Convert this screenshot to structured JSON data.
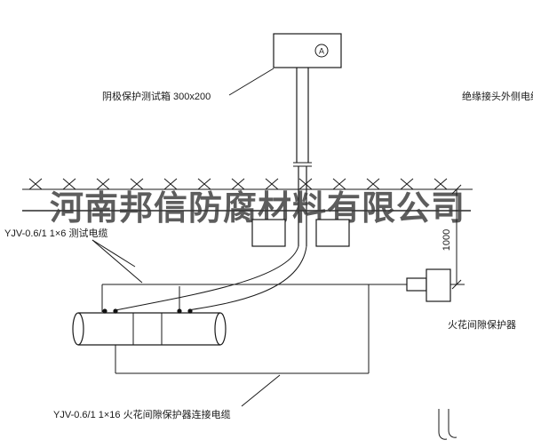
{
  "watermark": {
    "text": "河南邦信防腐材料有限公司"
  },
  "labels": {
    "test_box": "阴极保护测试箱 300x200",
    "insulated_joint_cable": "绝缘接头外侧电缆",
    "test_cable": "YJV-0.6/1 1×6  测试电缆",
    "spark_gap_protector": "火花间隙保护器",
    "protector_cable": "YJV-0.6/1 1×16  火花间隙保护器连接电缆",
    "ammeter": "A",
    "dimension_1000": "1000"
  },
  "colors": {
    "line": "#1a1a1a",
    "watermark": "#3a3a3a",
    "background": "#ffffff"
  }
}
